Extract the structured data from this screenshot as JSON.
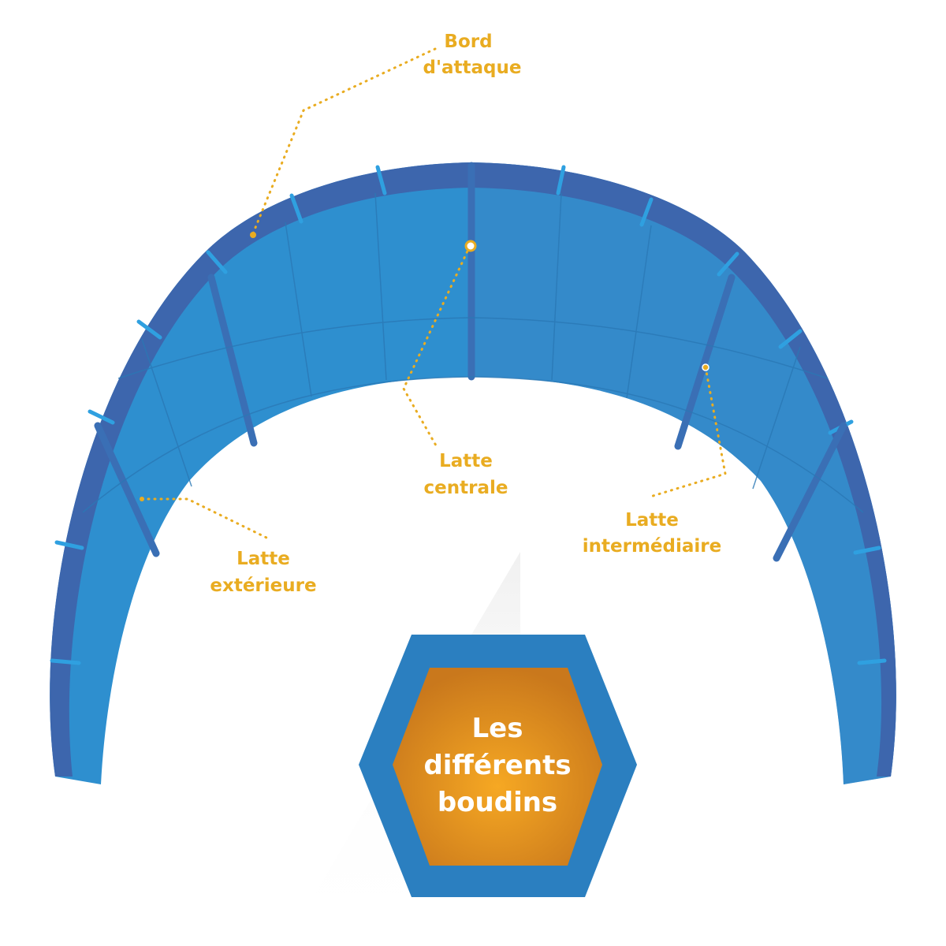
{
  "labels": {
    "leading_edge": [
      "Bord",
      "d'attaque"
    ],
    "central_strut": [
      "Latte",
      "centrale"
    ],
    "intermediate_strut": [
      "Latte",
      "intermédiaire"
    ],
    "outer_strut": [
      "Latte",
      "extérieure"
    ]
  },
  "badge": {
    "lines": [
      "Les",
      "différents",
      "boudins"
    ]
  },
  "colors": {
    "canopy": "#2e8fcf",
    "leading_edge": "#3d66ad",
    "strut": "#3a6fb5",
    "callout": "#e9ac21",
    "badge_ring": "#2b7fc0",
    "badge_fill": "#e8941e"
  }
}
